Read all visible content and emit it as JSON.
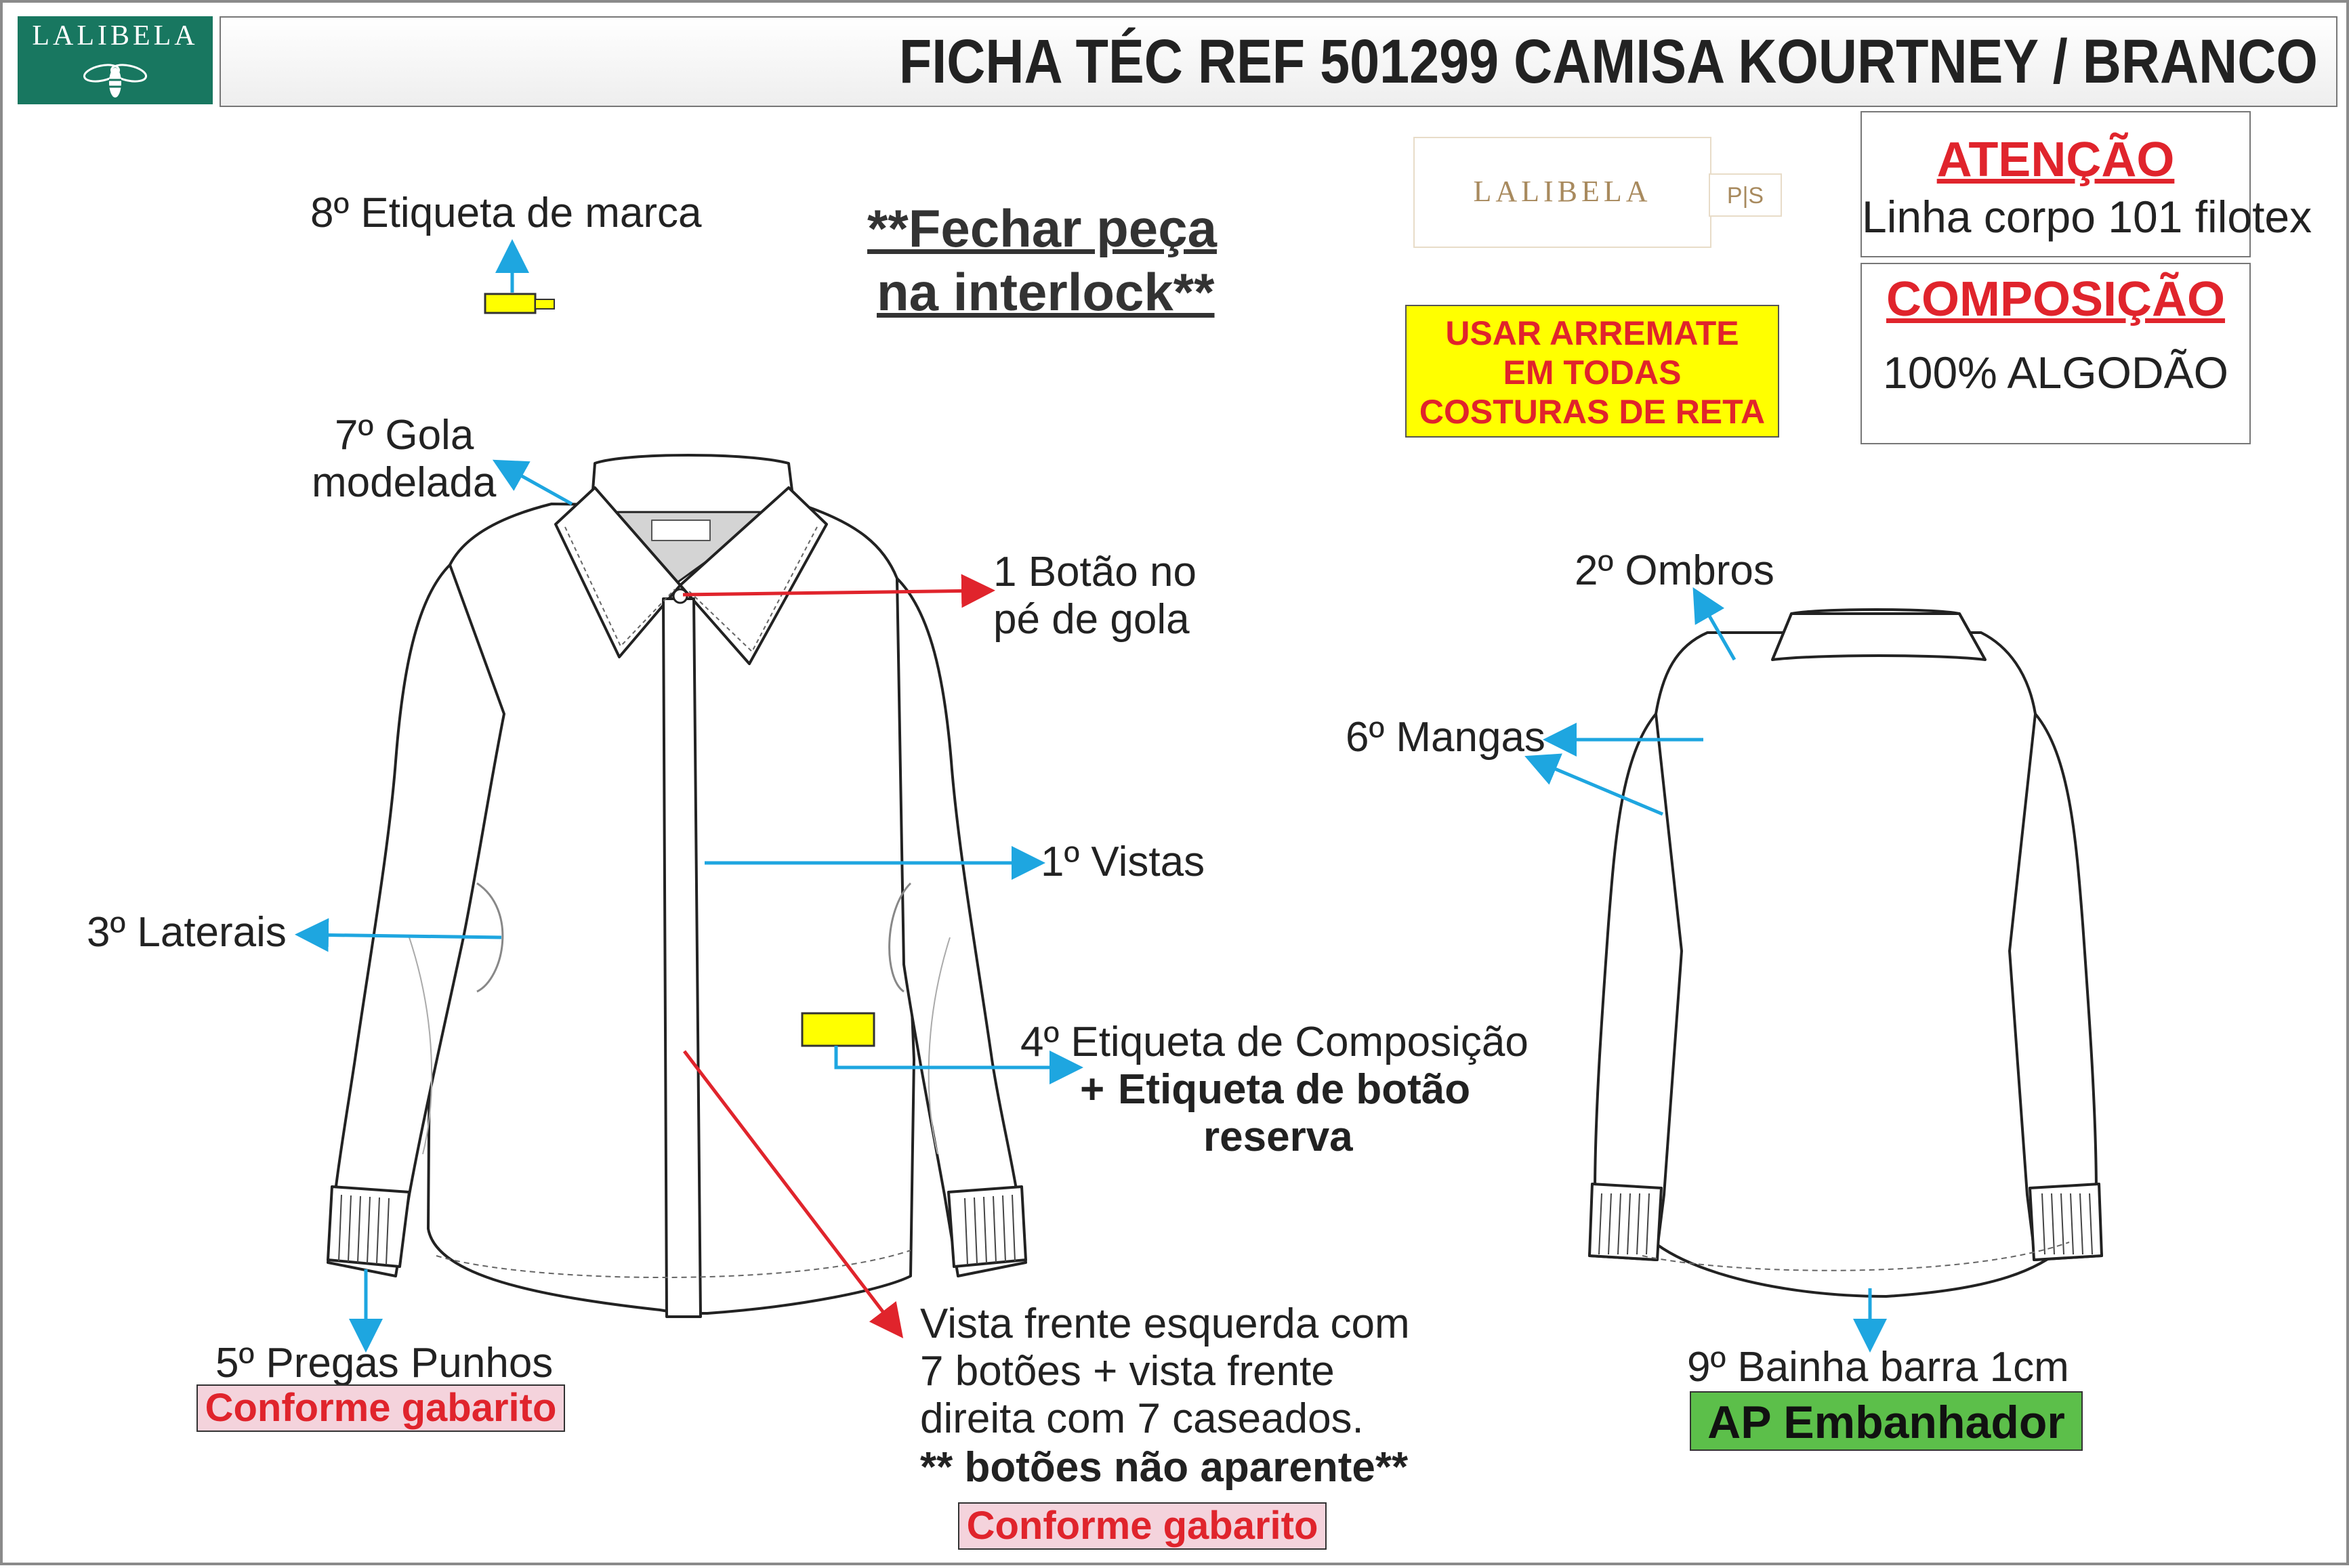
{
  "brand": {
    "logo_text": "LALIBELA",
    "label_text": "LALIBELA",
    "label_size": "P|S"
  },
  "header": {
    "title": "FICHA TÉC REF 501299 CAMISA KOURTNEY / BRANCO"
  },
  "notes": {
    "close_line1": "**Fechar peça",
    "close_line2": "na interlock**",
    "finish_line1": "USAR ARREMATE",
    "finish_line2": "EM TODAS",
    "finish_line3": "COSTURAS DE RETA"
  },
  "attention": {
    "title": "ATENÇÃO",
    "text": "Linha corpo 101 filotex"
  },
  "composition": {
    "title": "COMPOSIÇÃO",
    "text": "100% ALGODÃO"
  },
  "front": {
    "label_brand": "8º Etiqueta de marca",
    "collar_1": "7º Gola",
    "collar_2": "modelada",
    "button_collar_1": "1 Botão no",
    "button_collar_2": "pé de gola",
    "placket": "1º Vistas",
    "sides": "3º Laterais",
    "comp_label_1": "4º Etiqueta de Composição",
    "comp_label_2": "Etiqueta de botão",
    "comp_label_plus": "+",
    "comp_label_3": "reserva",
    "cuffs": "5º Pregas Punhos",
    "cuffs_tag": "Conforme gabarito",
    "placket_note_1": "Vista frente esquerda com",
    "placket_note_2": "7 botões + vista frente",
    "placket_note_3": "direita com 7 caseados.",
    "placket_note_4": "** botões não aparente**",
    "placket_tag": "Conforme gabarito"
  },
  "back": {
    "shoulders": "2º Ombros",
    "sleeves": "6º Mangas",
    "hem": "9º Bainha barra 1cm",
    "hem_tag": "AP Embanhador"
  },
  "colors": {
    "logo_green": "#187760",
    "red": "#e0242c",
    "blue_arrow": "#1ea6e0",
    "yellow": "#ffff00",
    "green_tag": "#5cbf4a",
    "pink_tag": "#f4d3dc"
  }
}
